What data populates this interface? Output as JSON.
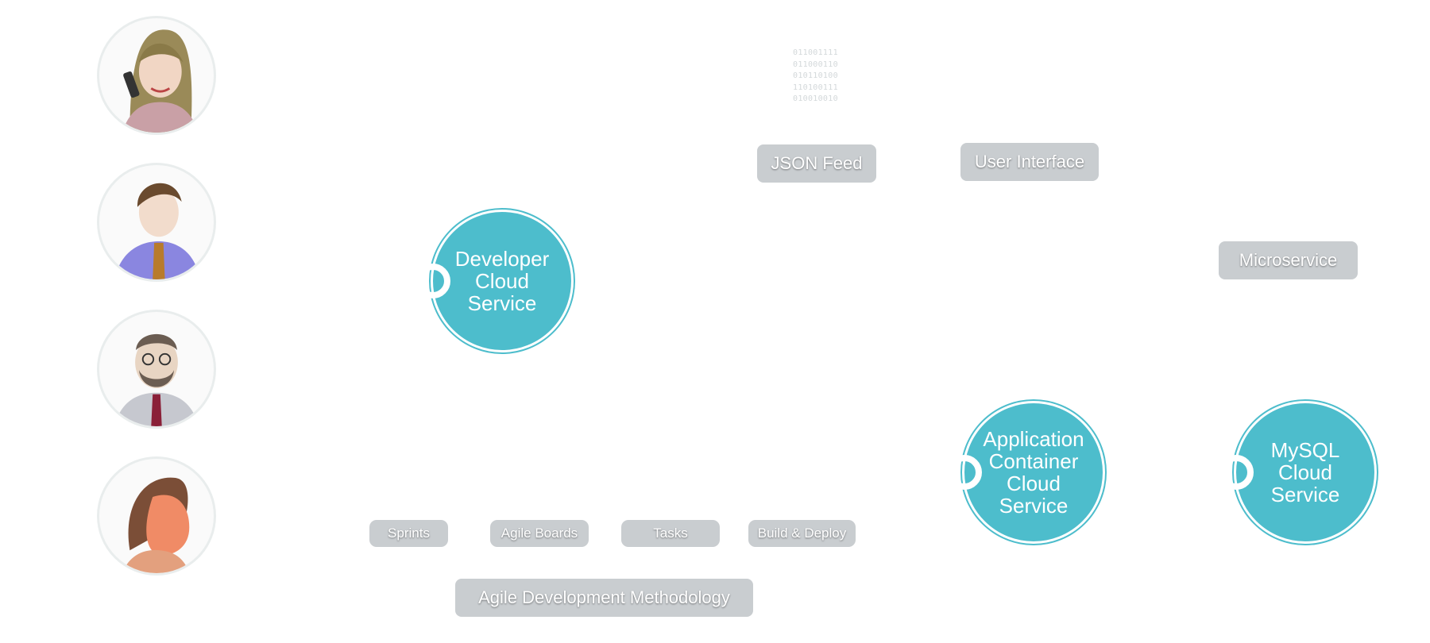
{
  "personas": [
    {
      "name": "persona-woman-on-phone",
      "hair": "#9a8a58",
      "skin": "#f1d6c4",
      "shirt": "#c9a0a6"
    },
    {
      "name": "persona-man-blue-shirt",
      "hair": "#6a4a2e",
      "skin": "#f2dccc",
      "shirt": "#8a86e0"
    },
    {
      "name": "persona-bearded-man-glasses",
      "hair": "#6b5d52",
      "skin": "#e8d5c3",
      "shirt": "#c6c8cf"
    },
    {
      "name": "persona-young-man-profile",
      "hair": "#7b4e37",
      "skin": "#f08b66",
      "shirt": "#e3a07e"
    }
  ],
  "binary_lines": [
    "011001111",
    "011000110",
    "010110100",
    "110100111",
    "010010010"
  ],
  "labels": {
    "json_feed": "JSON Feed",
    "user_interface": "User Interface",
    "microservice": "Microservice",
    "sprints": "Sprints",
    "agile_boards": "Agile Boards",
    "tasks": "Tasks",
    "build_deploy": "Build & Deploy",
    "agile_methodology": "Agile Development Methodology"
  },
  "services": {
    "developer_cloud": "Developer\nCloud\nService",
    "application_container": "Application\nContainer\nCloud\nService",
    "mysql_cloud": "MySQL\nCloud\nService"
  },
  "colors": {
    "teal": "#4dbdcc",
    "pill_gray": "#c9cdd0",
    "text_white": "#ffffff"
  }
}
